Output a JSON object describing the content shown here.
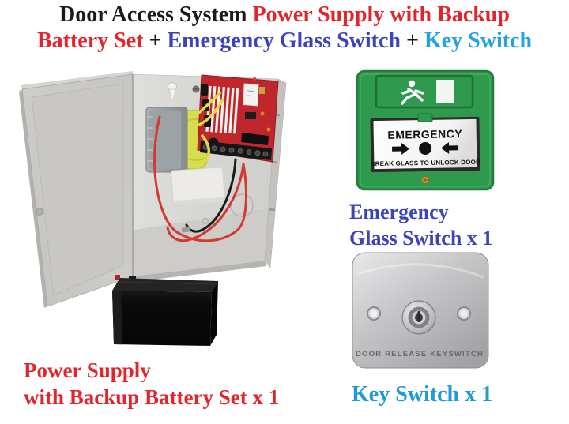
{
  "colors": {
    "title_black": "#1a1a1a",
    "title_red": "#e2242b",
    "title_blue": "#3b44bb",
    "title_cyan": "#25a3e1",
    "caption_red": "#e2242b",
    "caption_blue": "#3b44bb",
    "caption_cyan": "#1f9cd8",
    "switch_green": "#2f9a4e",
    "pcb_red": "#c0272d",
    "plate_silver": "#c6c6c8"
  },
  "title": {
    "line1": {
      "seg_black": "Door Access System ",
      "seg_red": "Power Supply with Backup"
    },
    "line2": {
      "seg_red": "Battery Set ",
      "seg_plus1": "+ ",
      "seg_blue": "Emergency Glass Switch",
      "seg_plus2": " + ",
      "seg_cyan": "Key Switch"
    }
  },
  "power_supply": {
    "caption_line1": "Power Supply",
    "caption_line2": "with Backup Battery Set x 1"
  },
  "emergency_switch": {
    "label": "EMERGENCY",
    "instruction": "BREAK GLASS TO UNLOCK DOOR",
    "caption_line1": "Emergency",
    "caption_line2": "Glass Switch x 1"
  },
  "key_switch": {
    "plate_label": "DOOR RELEASE KEYSWITCH",
    "caption": "Key Switch x 1"
  }
}
